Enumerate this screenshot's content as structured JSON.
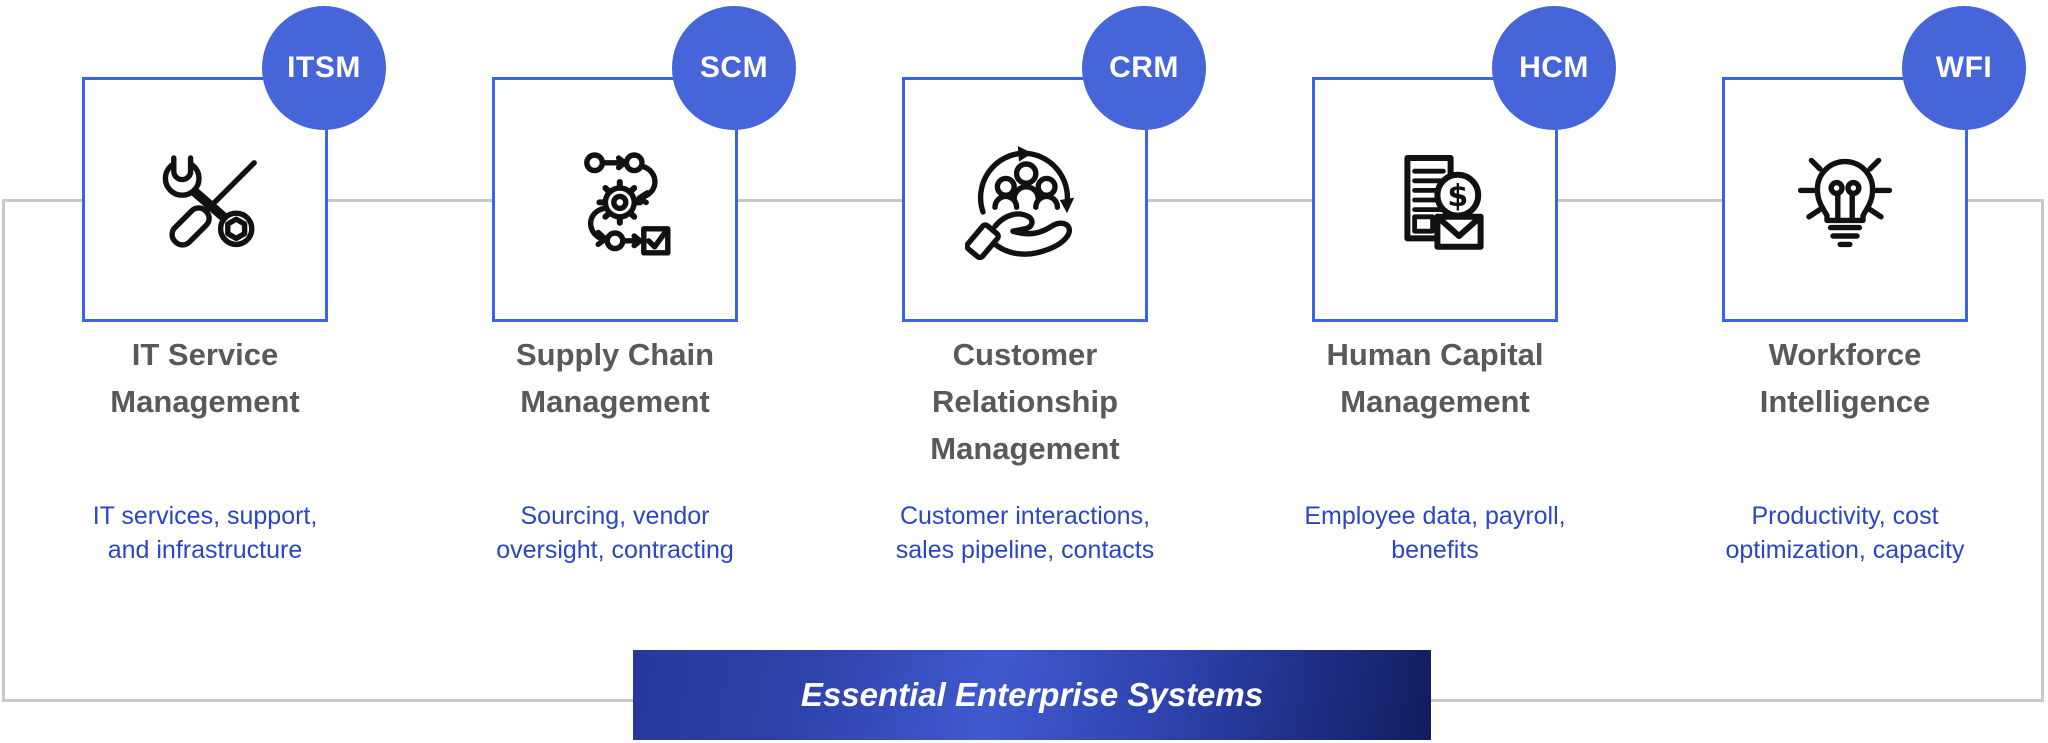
{
  "colors": {
    "badge-blue": "#4565d9",
    "box-border-blue": "#3c64e6",
    "title-gray": "#595959",
    "desc-blue": "#2b46c4",
    "frame-gray": "#c9c9c9",
    "banner-gradient-start": "#27389b",
    "banner-gradient-mid": "#4059cf",
    "banner-gradient-end": "#121c5e",
    "banner-text": "#ffffff",
    "badge-text": "#ffffff",
    "icon-black": "#111111"
  },
  "banner": {
    "label": "Essential Enterprise Systems"
  },
  "systems": [
    {
      "acronym": "ITSM",
      "title": "IT Service\nManagement",
      "description": "IT services, support,\nand infrastructure",
      "icon": "wrench-screwdriver-icon"
    },
    {
      "acronym": "SCM",
      "title": "Supply Chain\nManagement",
      "description": "Sourcing, vendor\noversight, contracting",
      "icon": "process-flow-gear-icon"
    },
    {
      "acronym": "CRM",
      "title": "Customer\nRelationship\nManagement",
      "description": "Customer interactions,\nsales pipeline, contacts",
      "icon": "hand-holding-people-icon"
    },
    {
      "acronym": "HCM",
      "title": "Human Capital\nManagement",
      "description": "Employee data, payroll,\nbenefits",
      "icon": "payroll-document-icon"
    },
    {
      "acronym": "WFI",
      "title": "Workforce\nIntelligence",
      "description": "Productivity, cost\noptimization, capacity",
      "icon": "lightbulb-icon"
    }
  ]
}
